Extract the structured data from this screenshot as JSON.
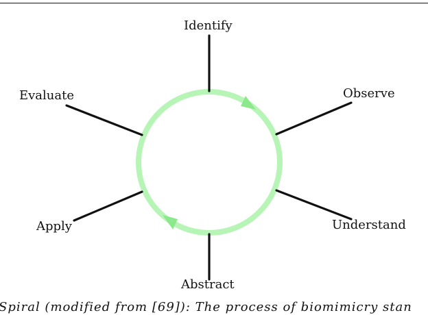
{
  "colors": {
    "cycle": "#b6f5b6",
    "cycle_arrow": "#8be88b",
    "spokes": "#111111",
    "text": "#111111"
  },
  "stages": [
    "Identify",
    "Observe",
    "Understand",
    "Abstract",
    "Apply",
    "Evaluate"
  ],
  "caption": "Spiral (modified from [69]): The process of biomimicry stan"
}
